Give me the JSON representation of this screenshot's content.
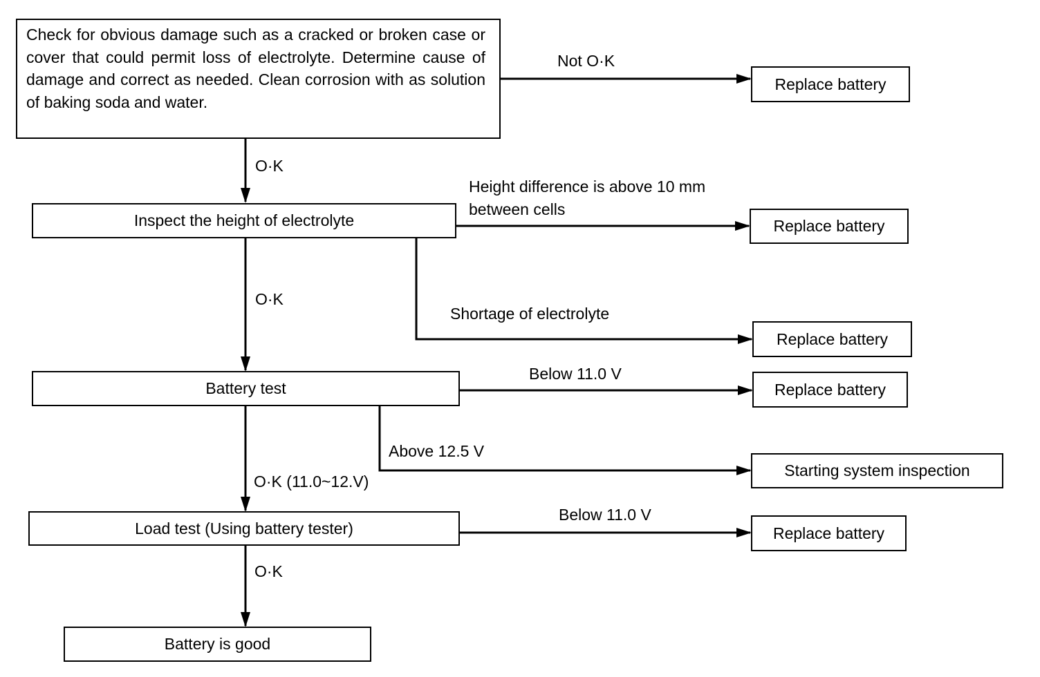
{
  "nodes": {
    "check_damage": "Check for obvious damage such as a cracked or broken case or cover that could permit loss of electrolyte. Determine cause of damage and correct as needed. Clean corrosion with as solution of baking soda and water.",
    "inspect_height": "Inspect the height of electrolyte",
    "battery_test": "Battery test",
    "load_test": "Load test (Using battery tester)",
    "battery_good": "Battery is good",
    "replace_1": "Replace battery",
    "replace_2": "Replace battery",
    "replace_3": "Replace battery",
    "replace_4": "Replace battery",
    "starting_system": "Starting system inspection",
    "replace_5": "Replace battery"
  },
  "edges": {
    "damage_not_ok": "Not O·K",
    "damage_ok": "O·K",
    "height_diff": "Height difference is above 10 mm between cells",
    "height_ok": "O·K",
    "shortage": "Shortage of electrolyte",
    "test_below": "Below 11.0 V",
    "test_above": "Above 12.5 V",
    "test_ok": "O·K (11.0~12.V)",
    "load_below": "Below 11.0 V",
    "load_ok": "O·K"
  },
  "colors": {
    "line": "#000000",
    "background": "#ffffff"
  }
}
